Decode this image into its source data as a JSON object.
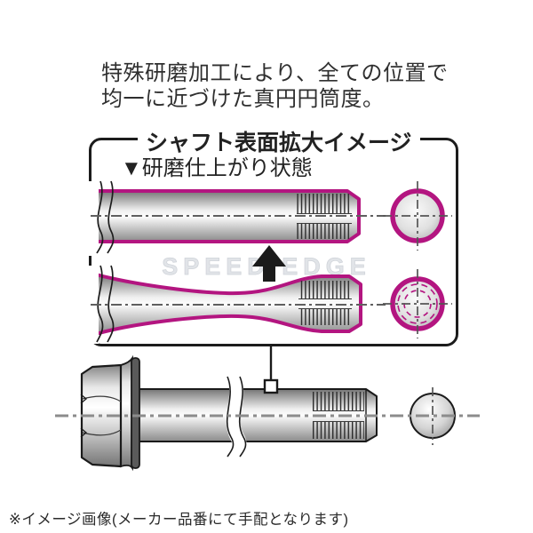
{
  "header": {
    "line1": "特殊研磨加工により、全ての位置で",
    "line2": "均一に近づけた真円円筒度。"
  },
  "magnify_box": {
    "title": "シャフト表面拡大イメージ",
    "state_label": "▼研磨仕上がり状態"
  },
  "watermark": "SPEED EDGE",
  "footer": {
    "note": "※イメージ画像(メーカー品番にて手配となります)"
  },
  "colors": {
    "outline_magenta": "#b31580",
    "diagram_line": "#1a1a1a",
    "centerline_gray": "#8c8c8c",
    "watermark_gray": "#e1e4e8",
    "text": "#2e2e2e"
  }
}
